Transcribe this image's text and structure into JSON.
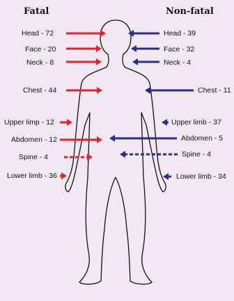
{
  "headers": {
    "fatal": "Fatal",
    "nonfatal": "Non-fatal"
  },
  "colors": {
    "fatal": "#e8202a",
    "nonfatal": "#2a2d8f",
    "outline": "#111111"
  },
  "fatal": [
    {
      "label": "Head - 72"
    },
    {
      "label": "Face - 20"
    },
    {
      "label": "Neck - 8"
    },
    {
      "label": "Chest - 44"
    },
    {
      "label": "Upper limp - 12"
    },
    {
      "label": "Abdomen - 12"
    },
    {
      "label": "Spine - 4"
    },
    {
      "label": "Lower limb - 36"
    }
  ],
  "nonfatal": [
    {
      "label": "Head - 39"
    },
    {
      "label": "Face - 32"
    },
    {
      "label": "Neck - 4"
    },
    {
      "label": "Chest - 11"
    },
    {
      "label": "Upper limb - 37"
    },
    {
      "label": "Abdomen - 5"
    },
    {
      "label": "Spine - 4"
    },
    {
      "label": "Lower limb - 34"
    }
  ]
}
